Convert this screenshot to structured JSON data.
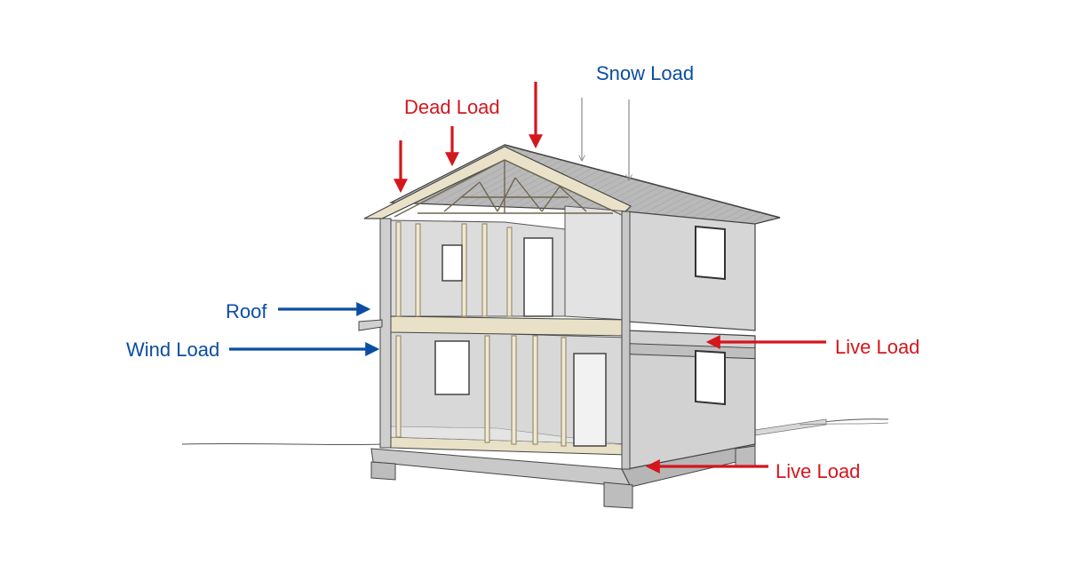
{
  "labels": {
    "snow_load": "Snow Load",
    "dead_load": "Dead Load",
    "roof": "Roof",
    "wind_load": "Wind Load",
    "live_load_upper": "Live Load",
    "live_load_lower": "Live Load"
  },
  "colors": {
    "red": "#d4161d",
    "blue": "#0a4da3",
    "wall": "#d9d9d9",
    "wall_dark": "#c4c4c4",
    "wood": "#ece5cf",
    "outline": "#4a4a4a"
  }
}
